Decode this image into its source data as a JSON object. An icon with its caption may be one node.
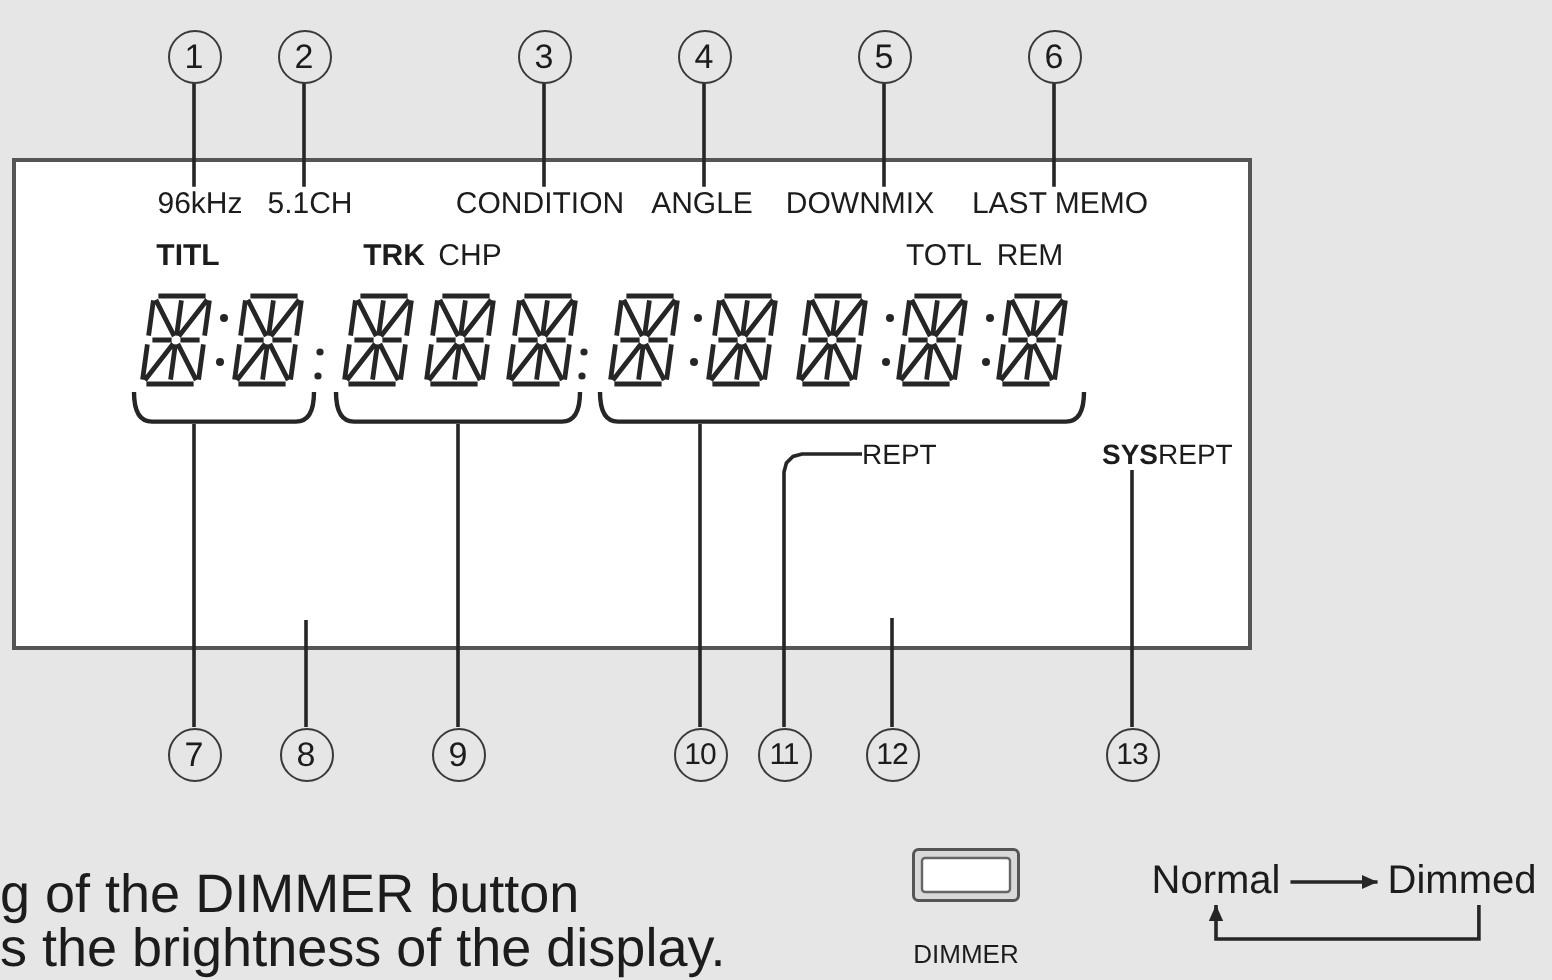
{
  "diagram": {
    "nodes": [
      {
        "text": [
          "1"
        ]
      },
      {
        "text": [
          "2"
        ]
      },
      {
        "text": [
          "3"
        ]
      },
      {
        "text": [
          "4"
        ]
      },
      {
        "text": [
          "5"
        ]
      },
      {
        "text": [
          "6"
        ]
      },
      {
        "text": [],
        "shape": "box"
      },
      {
        "text": [
          "96kHz"
        ],
        "in": 6
      },
      {
        "text": [
          "5.1CH"
        ],
        "in": 6
      },
      {
        "text": [
          "CONDITION"
        ],
        "in": 6
      },
      {
        "text": [
          "ANGLE"
        ],
        "in": 6
      },
      {
        "text": [
          "DOWNMIX"
        ],
        "in": 6
      },
      {
        "text": [
          "LAST MEMO"
        ],
        "in": 6
      },
      {
        "text": [],
        "shape": "picture",
        "in": 6
      },
      {
        "text": [],
        "shape": "picture",
        "in": 6
      },
      {
        "text": [],
        "shape": "picture",
        "in": 6
      },
      {
        "text": [
          "REPT"
        ],
        "in": 6
      },
      {
        "text": [
          "**SYS**REPT"
        ],
        "in": 6
      },
      {
        "text": [
          "7"
        ]
      },
      {
        "text": [
          "8"
        ]
      },
      {
        "text": [
          "9"
        ]
      },
      {
        "text": [
          "10"
        ]
      },
      {
        "text": [
          "11"
        ]
      },
      {
        "text": [
          "12"
        ]
      },
      {
        "text": [
          "13"
        ]
      },
      {
        "text": [
          "Normal"
        ]
      },
      {
        "text": [
          "Dimmed"
        ]
      }
    ],
    "edges": [
      {
        "from": 0,
        "to": 7,
        "arrow": "none"
      },
      {
        "from": 1,
        "to": 8,
        "arrow": "none"
      },
      {
        "from": 2,
        "to": 9,
        "arrow": "none"
      },
      {
        "from": 3,
        "to": 10,
        "arrow": "none"
      },
      {
        "from": 4,
        "to": 11,
        "arrow": "none"
      },
      {
        "from": 5,
        "to": 12,
        "arrow": "none"
      },
      {
        "from": 18,
        "to": 13,
        "arrow": "none"
      },
      {
        "from": 19,
        "to": null,
        "arrow": "none"
      },
      {
        "from": 20,
        "to": 14,
        "arrow": "none"
      },
      {
        "from": 21,
        "to": 15,
        "arrow": "none"
      },
      {
        "from": 22,
        "to": 16,
        "arrow": "none"
      },
      {
        "from": 23,
        "to": null,
        "arrow": "none"
      },
      {
        "from": 24,
        "to": 17,
        "arrow": "none"
      },
      {
        "from": 25,
        "to": 26,
        "arrow": "to"
      },
      {
        "from": 26,
        "to": 25,
        "arrow": "to"
      }
    ],
    "labels": [
      "TITL",
      "TRK",
      "CHP",
      "TOTL",
      "REM",
      "g of the DIMMER button",
      "s the brightness of the display.",
      "DIMMER"
    ]
  }
}
